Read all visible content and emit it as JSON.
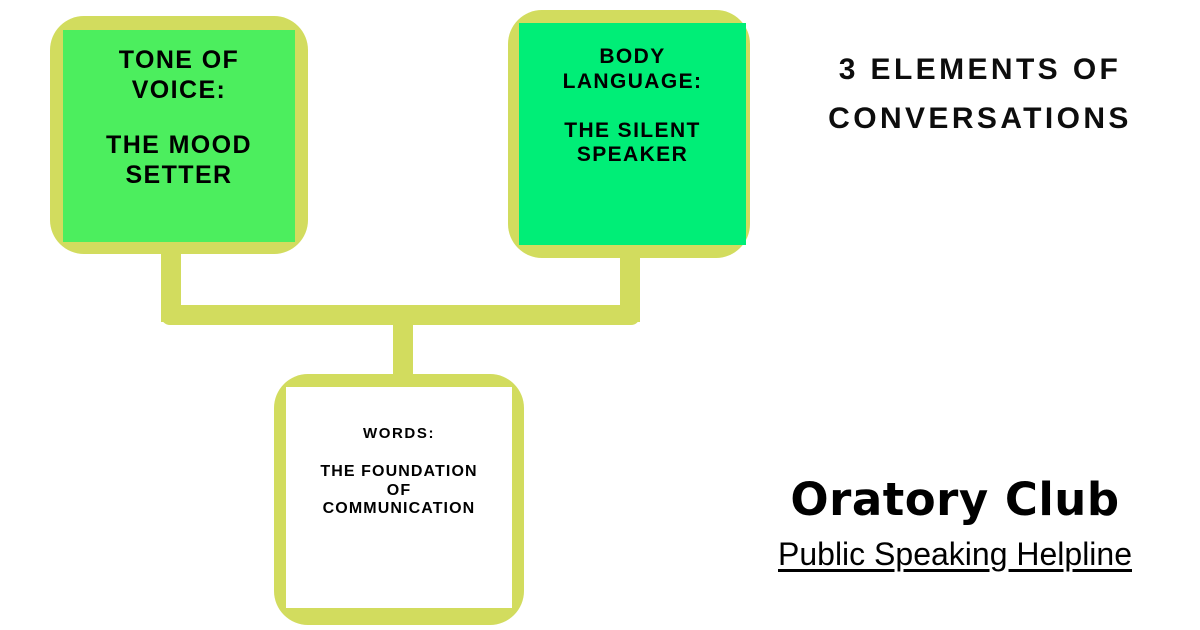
{
  "headline": "3 ELEMENTS OF\nCONVERSATIONS",
  "nodes": [
    {
      "id": "tone-of-voice",
      "title": "TONE OF\nVOICE:",
      "subtitle": "THE MOOD\nSETTER",
      "fill_color": "#4CEE5E",
      "frame_color": "#D2DC5E",
      "text_color": "#000000"
    },
    {
      "id": "body-language",
      "title": "BODY\nLANGUAGE:",
      "subtitle": "THE SILENT\nSPEAKER",
      "fill_color": "#00EE77",
      "frame_color": "#D2DC5E",
      "text_color": "#000000"
    },
    {
      "id": "words",
      "title": "WORDS:",
      "subtitle": "THE FOUNDATION\nOF\nCOMMUNICATION",
      "fill_color": "#FFFFFF",
      "frame_color": "#D2DC5E",
      "text_color": "#000000"
    }
  ],
  "connectors": {
    "color": "#D2DC5E",
    "description": "Two vertical stems from the top boxes meet a horizontal crossbar, which feeds a central stem down into the bottom box."
  },
  "brand": {
    "name": "Oratory Club",
    "tagline": "Public Speaking Helpline"
  },
  "background_color": "#FFFFFF"
}
